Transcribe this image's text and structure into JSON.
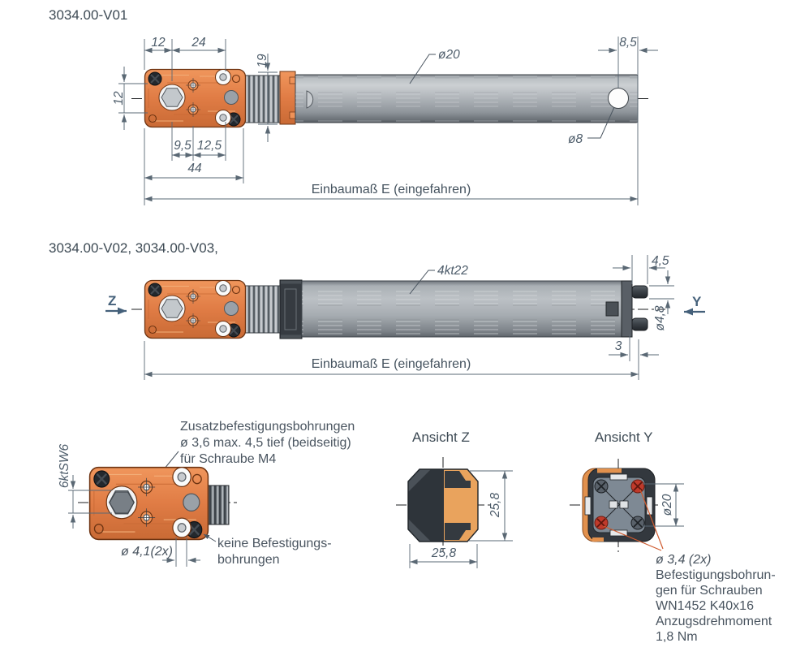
{
  "v01": {
    "title": "3034.00-V01",
    "dim12top": "12",
    "dim24": "24",
    "dim19": "19",
    "dim12left": "12",
    "dim95": "9,5",
    "dim125": "12,5",
    "dim44": "44",
    "dia20": "ø20",
    "dim85": "8,5",
    "dia8": "ø8",
    "einbau": "Einbaumaß E (eingefahren)"
  },
  "v02": {
    "title": "3034.00-V02, 3034.00-V03,",
    "z": "Z",
    "y": "Y",
    "kt": "4kt22",
    "dim45": "4,5",
    "dia48": "ø4,8",
    "dim3": "3",
    "einbau": "Einbaumaß E (eingefahren)"
  },
  "detail": {
    "zusatz1": "Zusatzbefestigungsbohrungen",
    "zusatz2": "ø 3,6 max. 4,5 tief (beidseitig)",
    "zusatz3": "für Schraube M4",
    "hexlabel": "6ktSW6",
    "dia41": "ø 4,1(2x)",
    "keine1": "keine Befestigungs-",
    "keine2": "bohrungen"
  },
  "az": {
    "title": "Ansicht Z",
    "w": "25,8",
    "h": "25,8"
  },
  "ay": {
    "title": "Ansicht Y",
    "dia20": "ø20",
    "n1": "ø 3,4 (2x)",
    "n2": "Befestigungsbohrun-",
    "n3": "gen für Schrauben",
    "n4": "WN1452 K40x16",
    "n5": "Anzugsdrehmoment",
    "n6": "1,8 Nm"
  },
  "colors": {
    "housing_orange": "#e07c45",
    "tube_gray": "#a8aeb4",
    "dark_part": "#32373d",
    "dimension": "#5a6874",
    "screw_red": "#bf3a2b",
    "leader_orange": "#cf5a2e"
  }
}
